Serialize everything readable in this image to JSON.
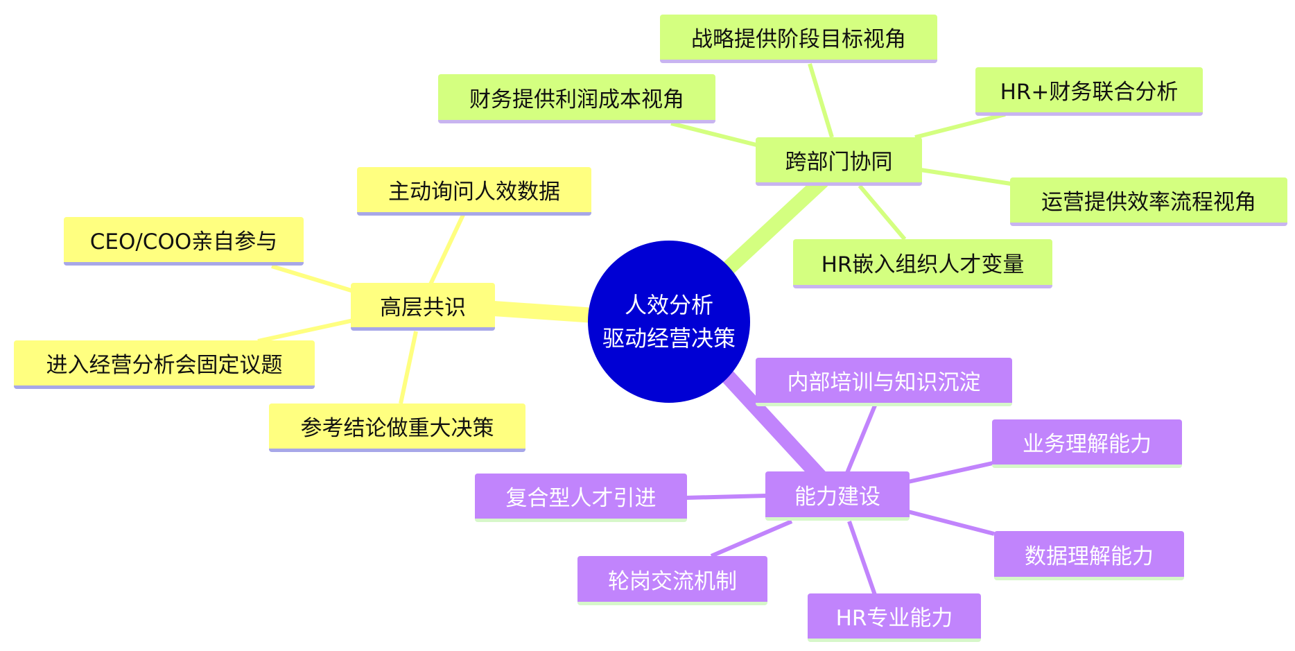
{
  "center": {
    "line1": "人效分析",
    "line2": "驱动经营决策",
    "color": "#0000d4"
  },
  "branches": [
    {
      "id": "consensus",
      "label": "高层共识",
      "theme": "yellow",
      "color": "#ffff80",
      "children": [
        {
          "label": "主动询问人效数据"
        },
        {
          "label": "CEO/COO亲自参与"
        },
        {
          "label": "进入经营分析会固定议题"
        },
        {
          "label": "参考结论做重大决策"
        }
      ]
    },
    {
      "id": "collab",
      "label": "跨部门协同",
      "theme": "green",
      "color": "#d4ff80",
      "children": [
        {
          "label": "战略提供阶段目标视角"
        },
        {
          "label": "财务提供利润成本视角"
        },
        {
          "label": "HR+财务联合分析"
        },
        {
          "label": "运营提供效率流程视角"
        },
        {
          "label": "HR嵌入组织人才变量"
        }
      ]
    },
    {
      "id": "capability",
      "label": "能力建设",
      "theme": "purple",
      "color": "#c184fc",
      "children": [
        {
          "label": "内部培训与知识沉淀"
        },
        {
          "label": "业务理解能力"
        },
        {
          "label": "复合型人才引进"
        },
        {
          "label": "数据理解能力"
        },
        {
          "label": "轮岗交流机制"
        },
        {
          "label": "HR专业能力"
        }
      ]
    }
  ]
}
